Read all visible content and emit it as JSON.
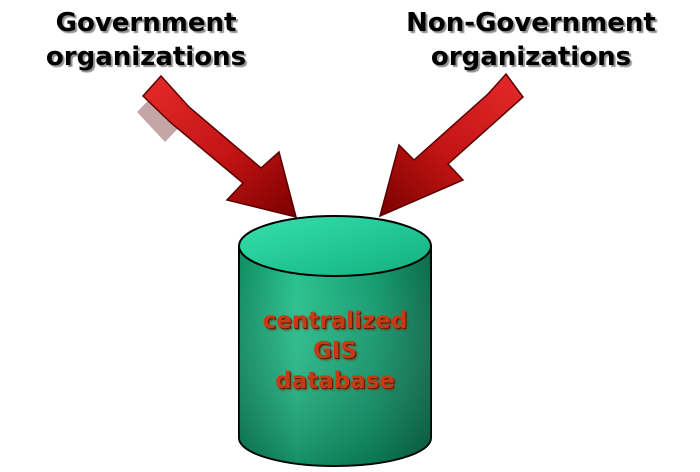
{
  "sources": {
    "government": {
      "line1": "Government",
      "line2": "organizations"
    },
    "non_government": {
      "line1": "Non-Government",
      "line2": "organizations"
    }
  },
  "database": {
    "line1": "centralized",
    "line2": "GIS",
    "line3": "database"
  },
  "colors": {
    "arrow_red": "#d31f1f",
    "arrow_dark": "#6e0000",
    "cylinder_light": "#2fd6a2",
    "cylinder_dark": "#006f4c",
    "label_orange": "#c83a14"
  },
  "icons": {
    "left_arrow": "diagonal-down-right-arrow",
    "right_arrow": "diagonal-down-left-arrow",
    "database": "database-cylinder"
  }
}
